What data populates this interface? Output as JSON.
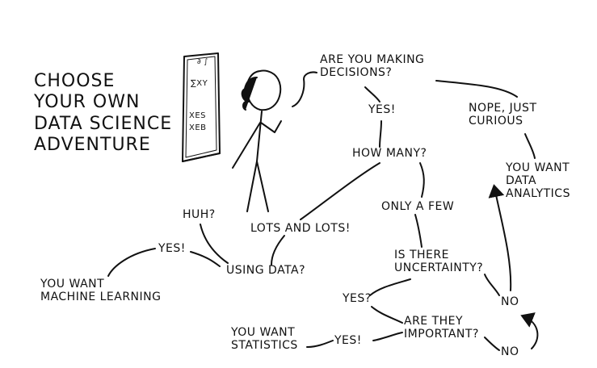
{
  "title": "CHOOSE\nYOUR OWN\nDATA SCIENCE\nADVENTURE",
  "board": {
    "line1": "∂ ∫",
    "line2": "∑xy",
    "line3": "XES",
    "line4": "XEB"
  },
  "nodes": {
    "decisions": "ARE YOU MAKING\nDECISIONS?",
    "yes_top": "YES!",
    "nope": "NOPE, JUST\nCURIOUS",
    "how_many": "HOW MANY?",
    "analytics": "YOU WANT\nDATA\nANALYTICS",
    "huh": "HUH?",
    "lots": "LOTS AND LOTS!",
    "only_few": "ONLY A FEW",
    "yes_ml": "YES!",
    "using_data": "USING DATA?",
    "uncertainty": "IS THERE\nUNCERTAINTY?",
    "ml": "YOU WANT\nMACHINE LEARNING",
    "yes_unc": "YES?",
    "no_unc": "NO",
    "important": "ARE THEY\nIMPORTANT?",
    "statistics": "YOU WANT\nSTATISTICS",
    "yes_stats": "YES!",
    "no_imp": "NO"
  },
  "colors": {
    "ink": "#111111",
    "background": "#ffffff"
  }
}
